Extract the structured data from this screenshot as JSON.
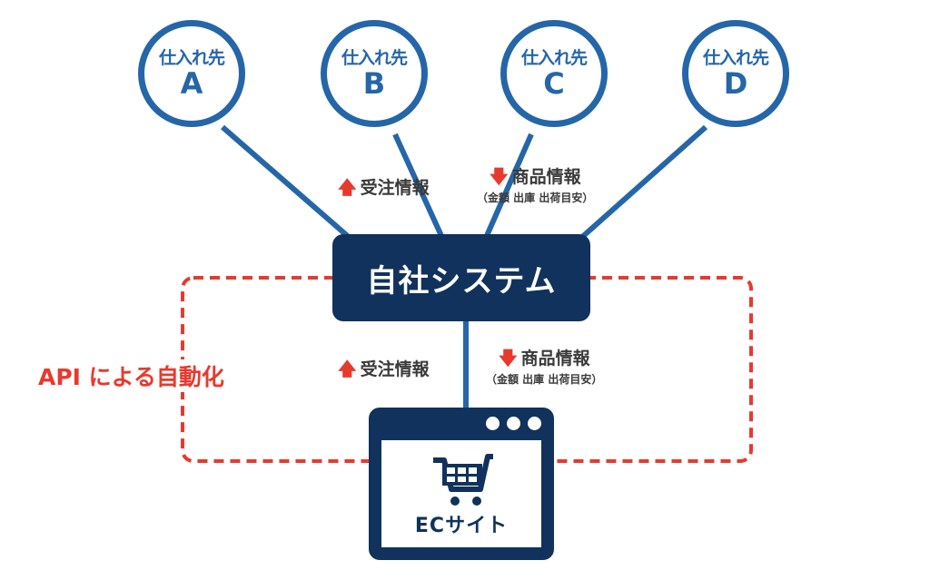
{
  "colors": {
    "navy": "#10325c",
    "link_blue": "#2566a8",
    "accent_red": "#e63a2e",
    "text_gray": "#3a3a3a"
  },
  "suppliers": [
    {
      "label": "仕入れ先",
      "id": "A"
    },
    {
      "label": "仕入れ先",
      "id": "B"
    },
    {
      "label": "仕入れ先",
      "id": "C"
    },
    {
      "label": "仕入れ先",
      "id": "D"
    }
  ],
  "system": {
    "label": "自社システム"
  },
  "upper_flows": {
    "order": {
      "arrow": "up-arrow-icon",
      "label": "受注情報"
    },
    "product": {
      "arrow": "down-arrow-icon",
      "label": "商品情報",
      "detail": "（金額  出庫  出荷目安）"
    }
  },
  "lower_flows": {
    "order": {
      "arrow": "up-arrow-icon",
      "label": "受注情報"
    },
    "product": {
      "arrow": "down-arrow-icon",
      "label": "商品情報",
      "detail": "（金額  出庫  出荷目安）"
    }
  },
  "automation": {
    "label": "API による自動化"
  },
  "ec_site": {
    "label": "ECサイト",
    "icon": "shopping-cart-icon"
  }
}
